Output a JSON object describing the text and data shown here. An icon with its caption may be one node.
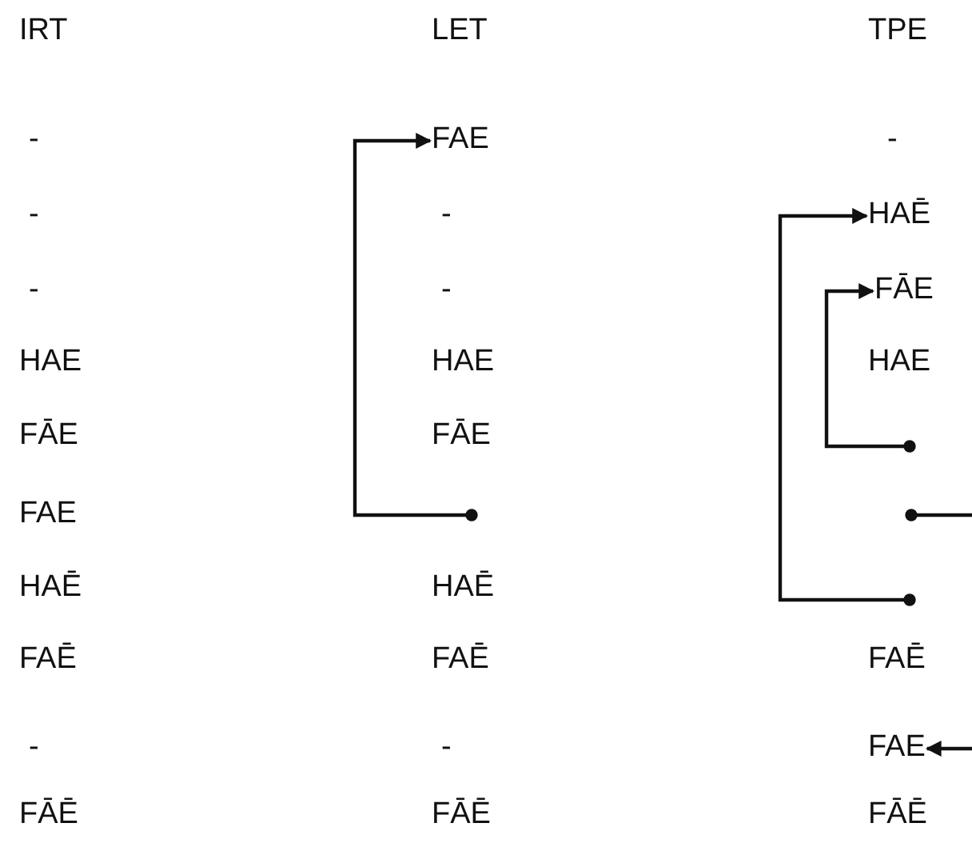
{
  "diagram": {
    "nodes": [
      {
        "text": [
          "FAE"
        ]
      },
      {
        "text": [
          "HAĒ"
        ]
      },
      {
        "text": [
          "FĀE"
        ]
      },
      {
        "text": [
          "FAE"
        ]
      }
    ],
    "edges": [
      {
        "from": null,
        "to": 0,
        "arrow": "to"
      },
      {
        "from": null,
        "to": 1,
        "arrow": "to"
      },
      {
        "from": null,
        "to": 2,
        "arrow": "to"
      },
      {
        "from": null,
        "to": 3,
        "arrow": "to"
      }
    ],
    "labels": [
      "IRT",
      "LET",
      "TPE",
      "-",
      "-",
      "-",
      "-",
      "-",
      "-",
      "HAE",
      "HAE",
      "HAE",
      "FĀE",
      "FĀE",
      "FAE",
      "HAĒ",
      "HAĒ",
      "FAĒ",
      "FAĒ",
      "FAĒ",
      "-",
      "-",
      "FĀĒ",
      "FĀĒ",
      "FĀĒ"
    ]
  }
}
